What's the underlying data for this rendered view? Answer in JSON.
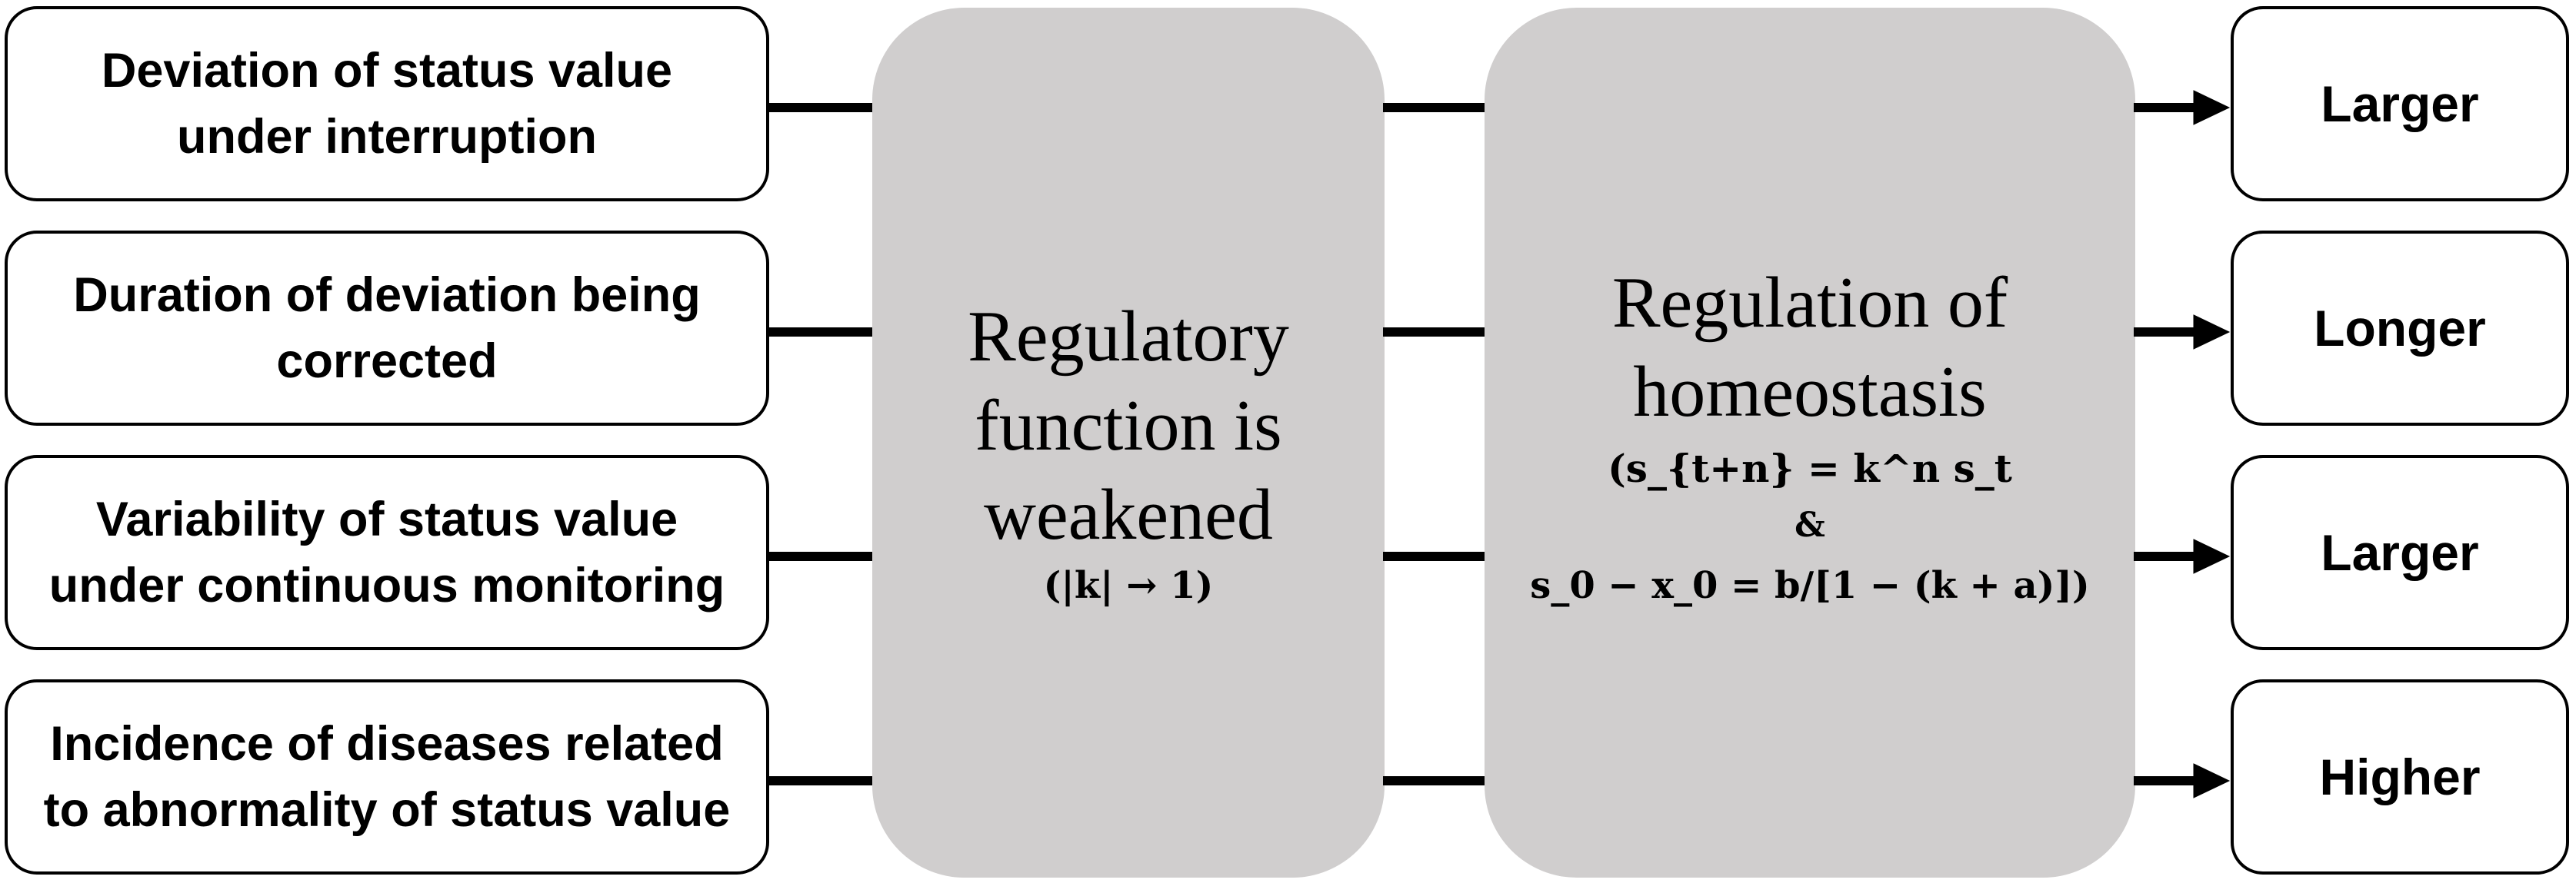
{
  "inputs": [
    {
      "text": "Deviation of status value under interruption"
    },
    {
      "text": "Duration of deviation being corrected"
    },
    {
      "text": "Variability of status value under continuous monitoring"
    },
    {
      "text": "Incidence of diseases related to abnormality of status value"
    }
  ],
  "middle_box": {
    "title": "Regulatory function is weakened",
    "formula": "(|k| → 1)"
  },
  "right_box": {
    "title": "Regulation of homeostasis",
    "formula_line1": "(s_{t+n} = k^n s_t",
    "connector": "&",
    "formula_line2": "s_0 − x_0 = b/[1 − (k + a)])"
  },
  "outputs": [
    {
      "text": "Larger"
    },
    {
      "text": "Longer"
    },
    {
      "text": "Larger"
    },
    {
      "text": "Higher"
    }
  ]
}
